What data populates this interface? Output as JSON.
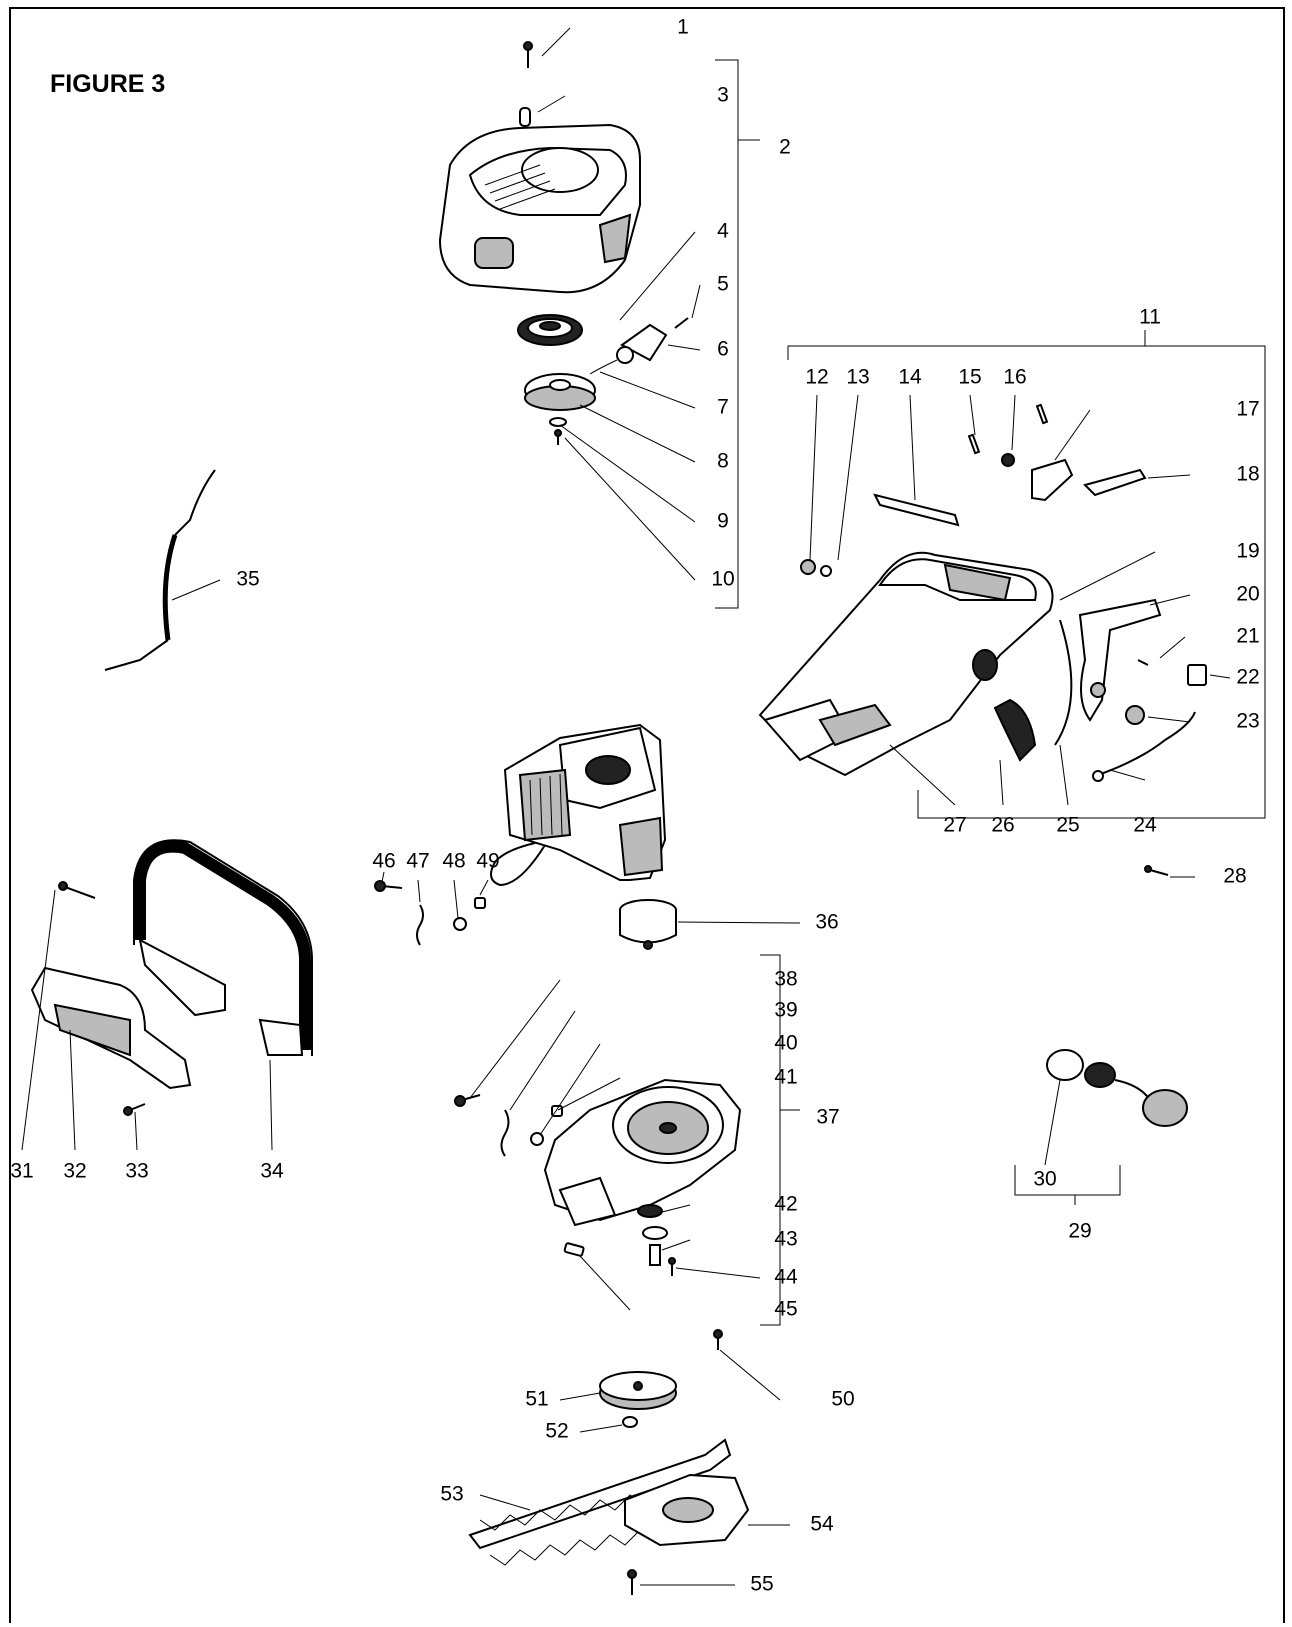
{
  "figure": {
    "title": "FIGURE 3"
  },
  "callouts": [
    "1",
    "2",
    "3",
    "4",
    "5",
    "6",
    "7",
    "8",
    "9",
    "10",
    "11",
    "12",
    "13",
    "14",
    "15",
    "16",
    "17",
    "18",
    "19",
    "20",
    "21",
    "22",
    "23",
    "24",
    "25",
    "26",
    "27",
    "28",
    "29",
    "30",
    "31",
    "32",
    "33",
    "34",
    "35",
    "36",
    "37",
    "38",
    "39",
    "40",
    "41",
    "42",
    "43",
    "44",
    "45",
    "46",
    "47",
    "48",
    "49",
    "50",
    "51",
    "52",
    "53",
    "54",
    "55"
  ],
  "colors": {
    "line": "#000000",
    "background": "#ffffff",
    "part_fill": "#ffffff",
    "shade": "#bbbbbb"
  }
}
